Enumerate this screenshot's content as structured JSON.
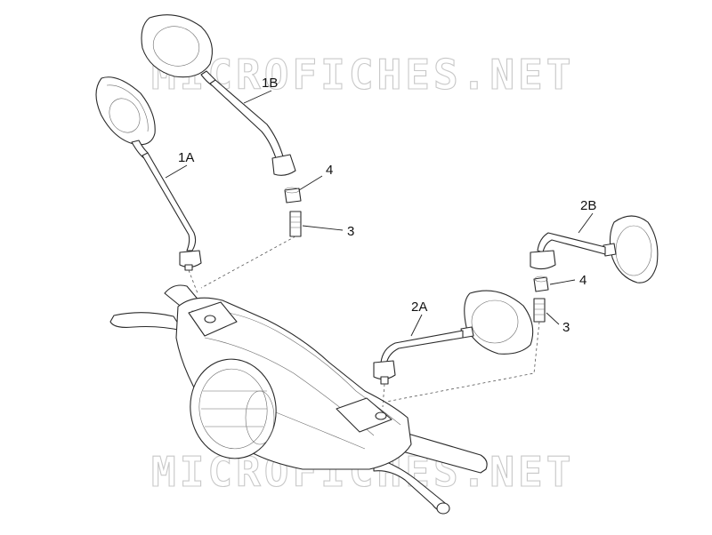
{
  "callouts": {
    "mirror_left_1a": "1A",
    "mirror_left_1b": "1B",
    "mirror_right_2a": "2A",
    "mirror_right_2b": "2B",
    "nut_left": "4",
    "stud_left": "3",
    "nut_right": "4",
    "stud_right": "3"
  },
  "watermark": {
    "top": "MICROFICHES.NET",
    "bottom": "MICROFICHES.NET"
  },
  "colors": {
    "line": "#2a2a2a",
    "watermark": "#c8c8c8"
  }
}
